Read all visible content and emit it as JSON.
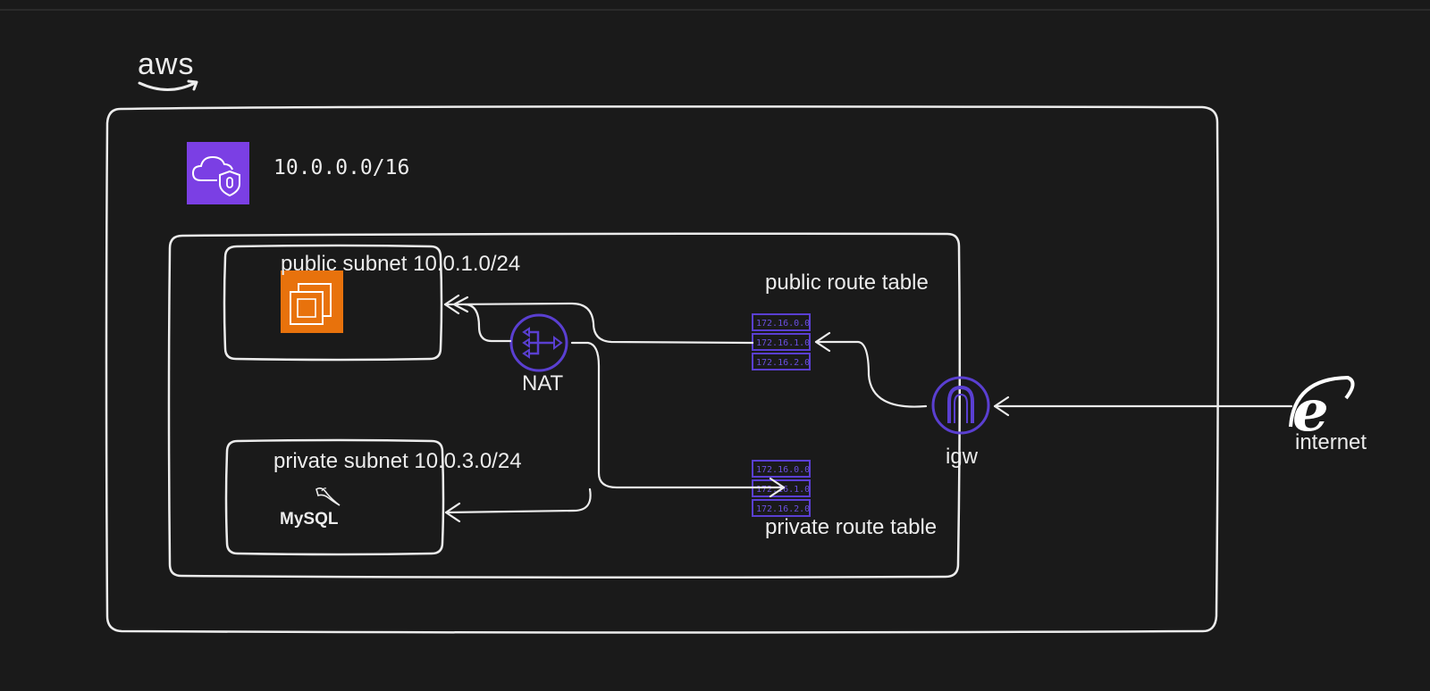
{
  "brand": {
    "logo_text": "aws"
  },
  "vpc": {
    "cidr": "10.0.0.0/16",
    "icon": "vpc-shield-cloud-icon"
  },
  "public_subnet": {
    "label": "public subnet 10.0.1.0/24",
    "icon": "ec2-instance-icon"
  },
  "private_subnet": {
    "label": "private subnet 10.0.3.0/24",
    "icon": "mysql-icon",
    "db_logo_text": "MySQL"
  },
  "nat": {
    "label": "NAT",
    "icon": "nat-gateway-icon"
  },
  "igw": {
    "label": "igw",
    "icon": "internet-gateway-icon"
  },
  "internet": {
    "label": "internet",
    "icon": "internet-explorer-icon"
  },
  "public_route_table": {
    "label": "public route table",
    "rows": [
      "172.16.0.0",
      "172.16.1.0",
      "172.16.2.0"
    ]
  },
  "private_route_table": {
    "label": "private route table",
    "rows": [
      "172.16.0.0",
      "172.16.1.0",
      "172.16.2.0"
    ]
  },
  "colors": {
    "background": "#1a1a1a",
    "stroke": "#ececec",
    "vpc_icon": "#7b3fe4",
    "ec2_icon": "#e8720c",
    "network_icon": "#5a3fd1"
  }
}
